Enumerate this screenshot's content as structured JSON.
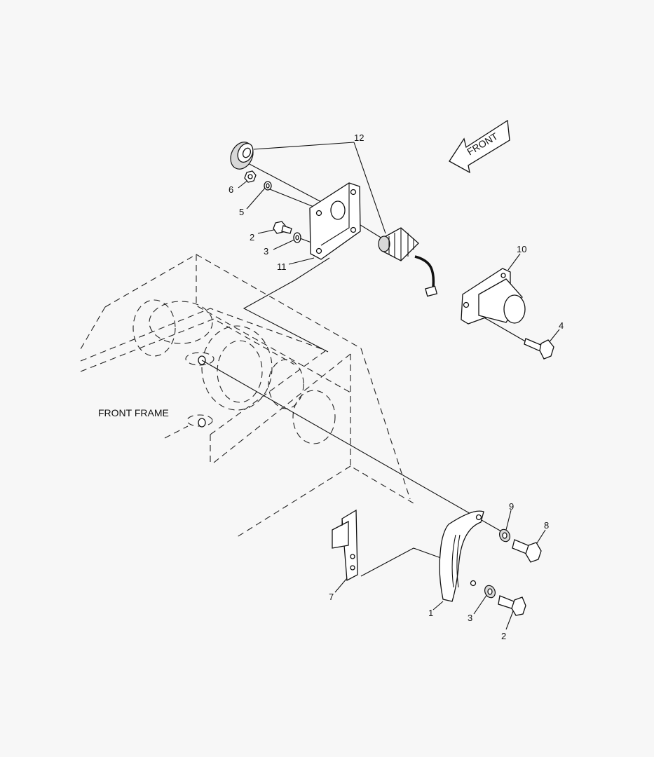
{
  "diagram": {
    "frame_label": "FRONT FRAME",
    "front_arrow_label": "FRONT",
    "callouts": [
      "12",
      "6",
      "5",
      "2",
      "3",
      "11",
      "10",
      "4",
      "9",
      "8",
      "7",
      "1",
      "3",
      "2"
    ]
  },
  "colors": {
    "background": "#f7f7f7",
    "line": "#111111",
    "shade": "#d8d8d8"
  }
}
